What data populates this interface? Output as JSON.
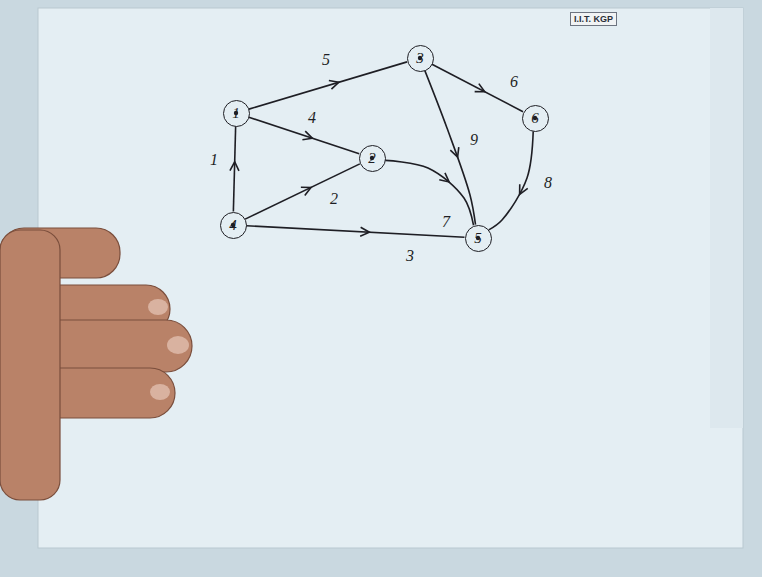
{
  "diagram": {
    "nodes": [
      {
        "text": [
          "1"
        ]
      },
      {
        "text": [
          "3"
        ]
      },
      {
        "text": [
          "6"
        ]
      },
      {
        "text": [
          "2"
        ]
      },
      {
        "text": [
          "4"
        ]
      },
      {
        "text": [
          "5"
        ]
      }
    ],
    "edges": [
      {
        "from": 4,
        "to": 0,
        "arrow": "to",
        "label": "1"
      },
      {
        "from": 0,
        "to": 1,
        "arrow": "to",
        "label": "5"
      },
      {
        "from": 0,
        "to": 3,
        "arrow": "to",
        "label": "4"
      },
      {
        "from": 4,
        "to": 3,
        "arrow": "to",
        "label": "2"
      },
      {
        "from": 4,
        "to": 5,
        "arrow": "to",
        "label": "3"
      },
      {
        "from": 1,
        "to": 2,
        "arrow": "to",
        "label": "6"
      },
      {
        "from": 1,
        "to": 5,
        "arrow": "to",
        "label": "9"
      },
      {
        "from": 3,
        "to": 5,
        "arrow": "to",
        "label": "7"
      },
      {
        "from": 2,
        "to": 5,
        "arrow": "to",
        "label": "8"
      }
    ],
    "labels": [
      "I.I.T. KGP"
    ]
  }
}
